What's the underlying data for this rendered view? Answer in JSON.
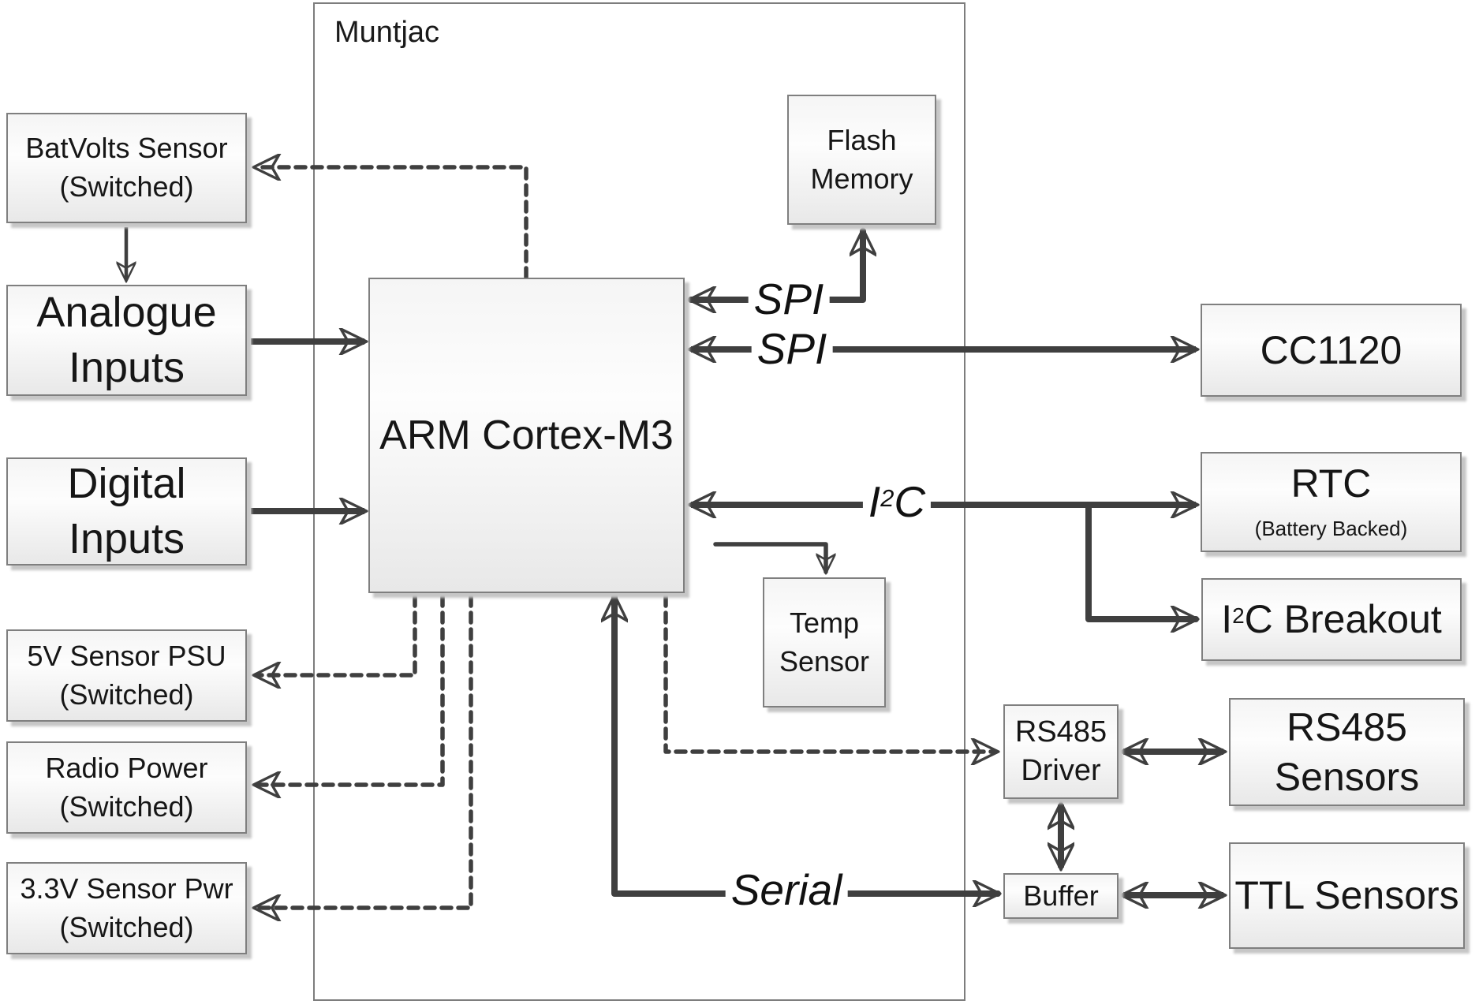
{
  "container": {
    "label": "Muntjac"
  },
  "boxes": {
    "batvolts": {
      "line1": "BatVolts Sensor",
      "line2": "(Switched)"
    },
    "analogue": {
      "line1": "Analogue",
      "line2": "Inputs"
    },
    "digital": {
      "line1": "Digital",
      "line2": "Inputs"
    },
    "psu5v": {
      "line1": "5V Sensor PSU",
      "line2": "(Switched)"
    },
    "radio": {
      "line1": "Radio Power",
      "line2": "(Switched)"
    },
    "pwr33": {
      "line1": "3.3V Sensor Pwr",
      "line2": "(Switched)"
    },
    "arm": {
      "line1": "ARM Cortex-M3"
    },
    "flash": {
      "line1": "Flash",
      "line2": "Memory"
    },
    "temp": {
      "line1": "Temp",
      "line2": "Sensor"
    },
    "cc1120": {
      "line1": "CC1120"
    },
    "rtc": {
      "line1": "RTC",
      "line2": "(Battery Backed)"
    },
    "i2c_breakout": {
      "pre": "I",
      "sup": "2",
      "post": "C Breakout"
    },
    "rs485_driver": {
      "line1": "RS485",
      "line2": "Driver"
    },
    "buffer": {
      "line1": "Buffer"
    },
    "rs485_sensors": {
      "line1": "RS485",
      "line2": "Sensors"
    },
    "ttl_sensors": {
      "line1": "TTL Sensors"
    }
  },
  "bus_labels": {
    "spi_flash": "SPI",
    "spi_radio": "SPI",
    "i2c_pre": "I",
    "i2c_sup": "2",
    "i2c_post": "C",
    "serial": "Serial"
  },
  "colors": {
    "wire": "#3f3f3f",
    "box_border": "#7f7f7f",
    "text": "#161616"
  }
}
